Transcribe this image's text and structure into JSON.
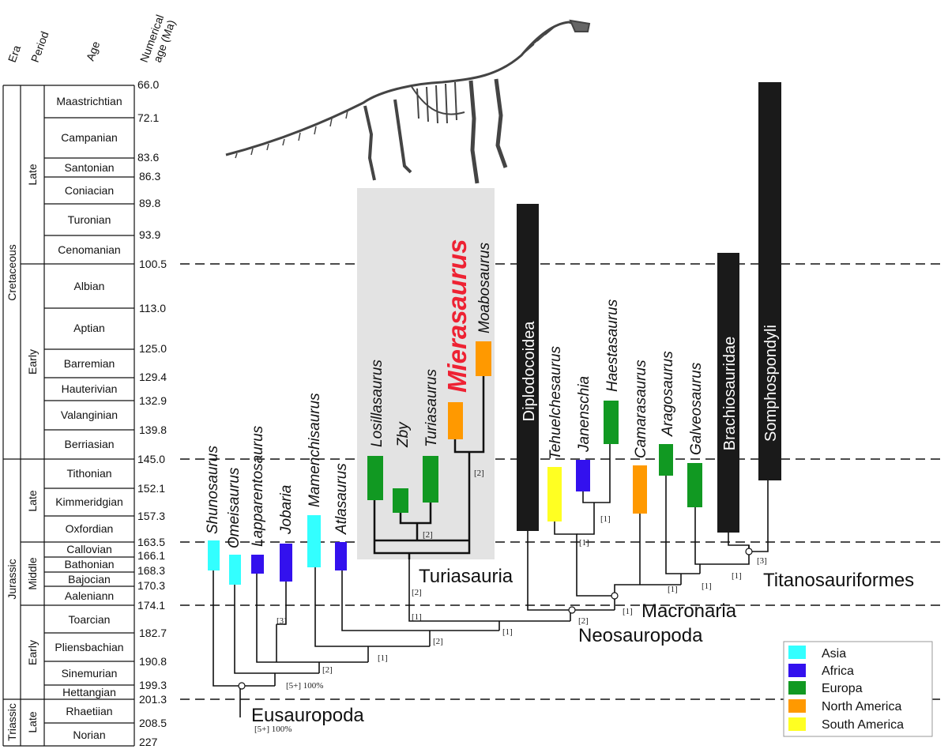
{
  "headers": {
    "era": "Era",
    "period": "Period",
    "age": "Age",
    "numerical_line1": "Numerical",
    "numerical_line2": "age (Ma)"
  },
  "eras": [
    {
      "label": "Cretaceous",
      "top_ma": 66.0,
      "bottom_ma": 145.0
    },
    {
      "label": "Jurassic",
      "top_ma": 145.0,
      "bottom_ma": 201.3
    },
    {
      "label": "Triassic",
      "top_ma": 201.3,
      "bottom_ma": 227
    }
  ],
  "periods": [
    {
      "label": "Late",
      "top_ma": 66.0,
      "bottom_ma": 100.5
    },
    {
      "label": "Early",
      "top_ma": 100.5,
      "bottom_ma": 145.0
    },
    {
      "label": "Late",
      "top_ma": 145.0,
      "bottom_ma": 163.5
    },
    {
      "label": "Middle",
      "top_ma": 163.5,
      "bottom_ma": 174.1
    },
    {
      "label": "Early",
      "top_ma": 174.1,
      "bottom_ma": 201.3
    },
    {
      "label": "Late",
      "top_ma": 201.3,
      "bottom_ma": 227
    }
  ],
  "stages": [
    {
      "label": "Maastrichtian",
      "top_ma": 66.0,
      "bottom_ma": 72.1
    },
    {
      "label": "Campanian",
      "top_ma": 72.1,
      "bottom_ma": 83.6
    },
    {
      "label": "Santonian",
      "top_ma": 83.6,
      "bottom_ma": 86.3
    },
    {
      "label": "Coniacian",
      "top_ma": 86.3,
      "bottom_ma": 89.8
    },
    {
      "label": "Turonian",
      "top_ma": 89.8,
      "bottom_ma": 93.9
    },
    {
      "label": "Cenomanian",
      "top_ma": 93.9,
      "bottom_ma": 100.5
    },
    {
      "label": "Albian",
      "top_ma": 100.5,
      "bottom_ma": 113.0
    },
    {
      "label": "Aptian",
      "top_ma": 113.0,
      "bottom_ma": 125.0
    },
    {
      "label": "Barremian",
      "top_ma": 125.0,
      "bottom_ma": 129.4
    },
    {
      "label": "Hauterivian",
      "top_ma": 129.4,
      "bottom_ma": 132.9
    },
    {
      "label": "Valanginian",
      "top_ma": 132.9,
      "bottom_ma": 139.8
    },
    {
      "label": "Berriasian",
      "top_ma": 139.8,
      "bottom_ma": 145.0
    },
    {
      "label": "Tithonian",
      "top_ma": 145.0,
      "bottom_ma": 152.1
    },
    {
      "label": "Kimmeridgian",
      "top_ma": 152.1,
      "bottom_ma": 157.3
    },
    {
      "label": "Oxfordian",
      "top_ma": 157.3,
      "bottom_ma": 163.5
    },
    {
      "label": "Callovian",
      "top_ma": 163.5,
      "bottom_ma": 166.1
    },
    {
      "label": "Bathonian",
      "top_ma": 166.1,
      "bottom_ma": 168.3
    },
    {
      "label": "Bajocian",
      "top_ma": 168.3,
      "bottom_ma": 170.3
    },
    {
      "label": "Aaleniann",
      "top_ma": 170.3,
      "bottom_ma": 174.1
    },
    {
      "label": "Toarcian",
      "top_ma": 174.1,
      "bottom_ma": 182.7
    },
    {
      "label": "Pliensbachian",
      "top_ma": 182.7,
      "bottom_ma": 190.8
    },
    {
      "label": "Sinemurian",
      "top_ma": 190.8,
      "bottom_ma": 199.3
    },
    {
      "label": "Hettangian",
      "top_ma": 199.3,
      "bottom_ma": 201.3
    },
    {
      "label": "Rhaetiian",
      "top_ma": 201.3,
      "bottom_ma": 208.5
    },
    {
      "label": "Norian",
      "top_ma": 208.5,
      "bottom_ma": 227
    }
  ],
  "ages": [
    "66.0",
    "72.1",
    "83.6",
    "86.3",
    "89.8",
    "93.9",
    "100.5",
    "113.0",
    "125.0",
    "129.4",
    "132.9",
    "139.8",
    "145.0",
    "152.1",
    "157.3",
    "163.5",
    "166.1",
    "168.3",
    "170.3",
    "174.1",
    "182.7",
    "190.8",
    "199.3",
    "201.3",
    "208.5",
    "227"
  ],
  "colors": {
    "asia": "#33ffff",
    "africa": "#3311ee",
    "europa": "#119922",
    "north_america": "#ff9900",
    "south_america": "#ffff22",
    "major_clade": "#1a1a1a",
    "highlight_box": "#e3e3e3",
    "highlight_text": "#ee2233"
  },
  "taxa": [
    {
      "name": "Shunosaurus",
      "region": "asia"
    },
    {
      "name": "Omeisaurus",
      "region": "asia"
    },
    {
      "name": "Lapparentosaurus",
      "region": "africa"
    },
    {
      "name": "Jobaria",
      "region": "africa"
    },
    {
      "name": "Mamenchisaurus",
      "region": "asia"
    },
    {
      "name": "Atlasaurus",
      "region": "africa"
    },
    {
      "name": "Losillasaurus",
      "region": "europa"
    },
    {
      "name": "Zby",
      "region": "europa"
    },
    {
      "name": "Turiasaurus",
      "region": "europa"
    },
    {
      "name": "Mierasaurus",
      "region": "north_america"
    },
    {
      "name": "Moabosaurus",
      "region": "north_america"
    },
    {
      "name": "Diplodocoidea",
      "region": "major_clade"
    },
    {
      "name": "Tehuelchesaurus",
      "region": "south_america"
    },
    {
      "name": "Janenschia",
      "region": "africa"
    },
    {
      "name": "Haestasaurus",
      "region": "europa"
    },
    {
      "name": "Camarasaurus",
      "region": "north_america"
    },
    {
      "name": "Aragosaurus",
      "region": "europa"
    },
    {
      "name": "Galveosaurus",
      "region": "europa"
    },
    {
      "name": "Brachiosauridae",
      "region": "major_clade"
    },
    {
      "name": "Somphospondyli",
      "region": "major_clade"
    }
  ],
  "clades": {
    "eusauropoda": "Eusauropoda",
    "turiasauria": "Turiasauria",
    "neosauropoda": "Neosauropoda",
    "macronaria": "Macronaria",
    "titanosauriformes": "Titanosauriformes"
  },
  "supports": {
    "eusauropoda": "[5+] 100%",
    "jobaria": "[3]",
    "turiasauria_inner": "[2]",
    "turiasauria_moab": "[2]",
    "turiasauria_node": "[2]",
    "turiasauria_base": "[1]",
    "neo_node": "[2]",
    "atlas": "[1]",
    "mamen": "[2]",
    "jobaria_node": "[1]",
    "lappar": "[2]",
    "omei": "[5+] 100%",
    "janenschia": "[1]",
    "tehuel": "[1]",
    "macronaria": "[1]",
    "camara": "[1]",
    "arago": "[1]",
    "galveo": "[1]",
    "titano": "[3]"
  },
  "legend": [
    {
      "label": "Asia",
      "region": "asia"
    },
    {
      "label": "Africa",
      "region": "africa"
    },
    {
      "label": "Europa",
      "region": "europa"
    },
    {
      "label": "North America",
      "region": "north_america"
    },
    {
      "label": "South America",
      "region": "south_america"
    }
  ]
}
